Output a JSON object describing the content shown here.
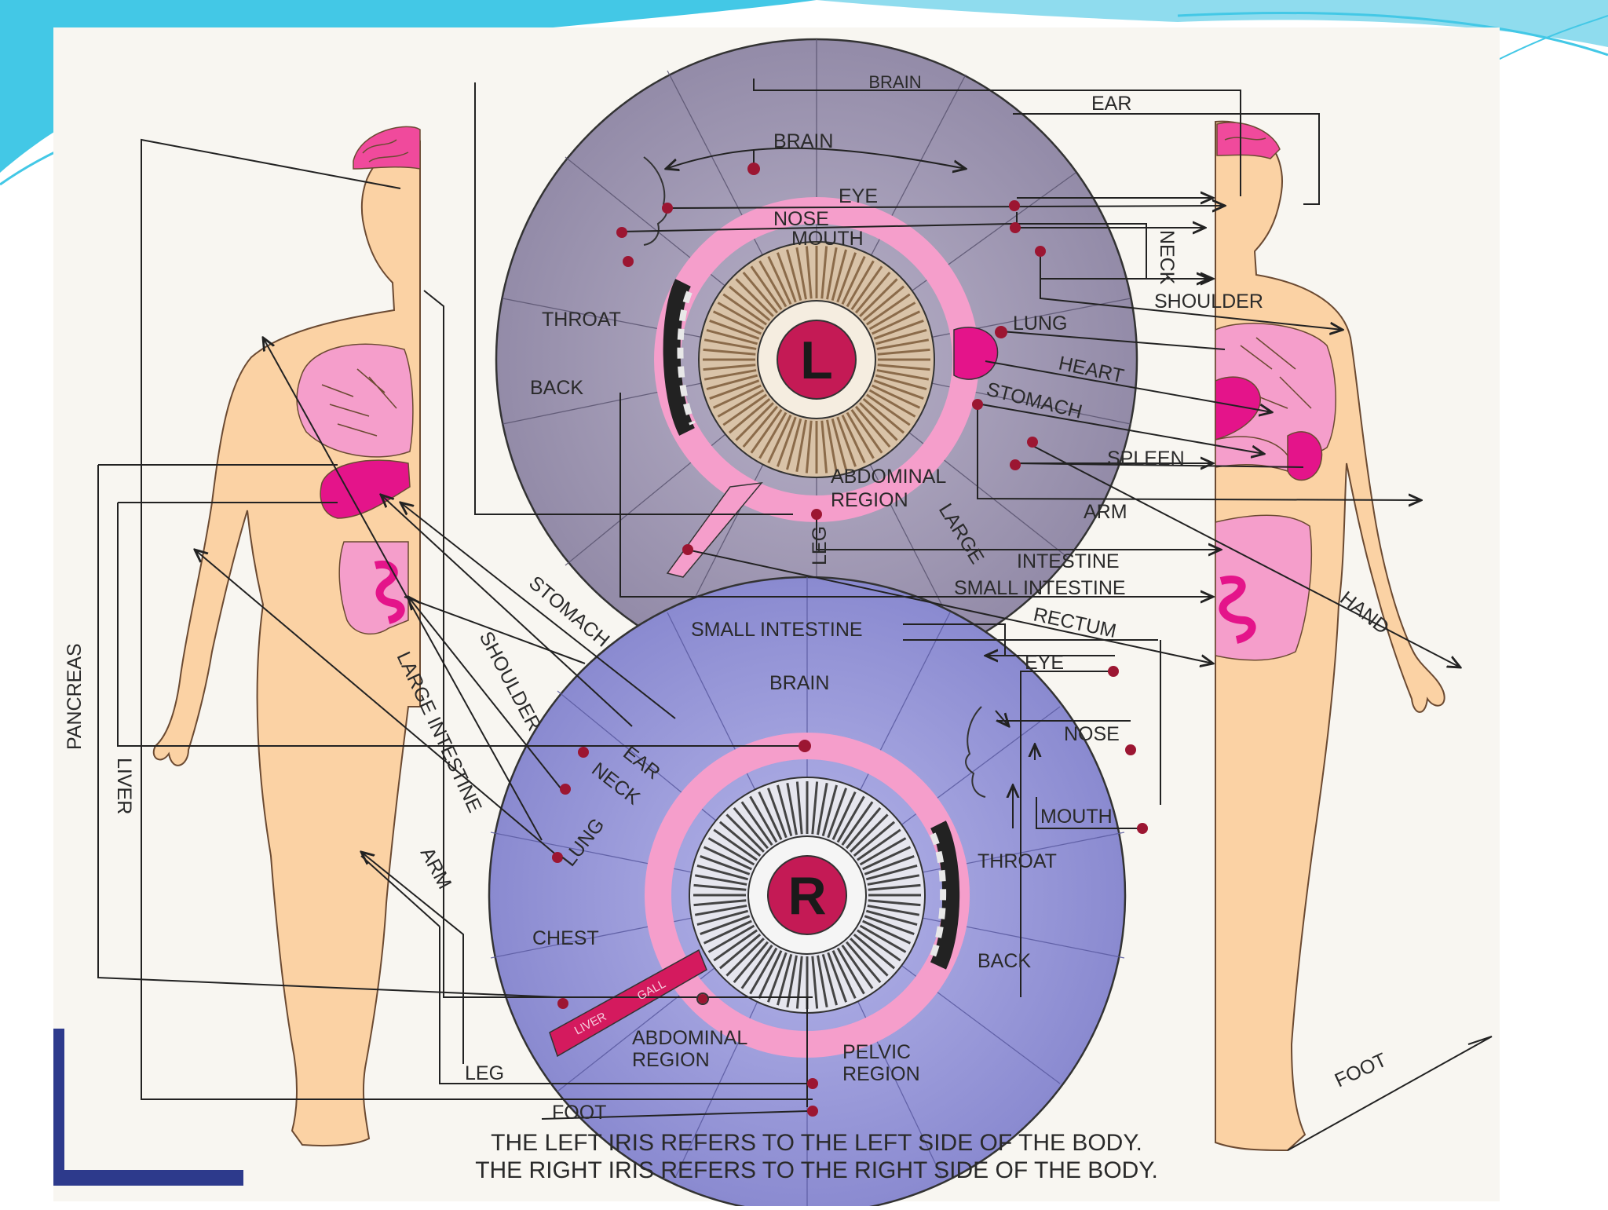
{
  "colors": {
    "slide_accent": "#43c8e6",
    "slide_accent_light": "#a8e6f4",
    "paper": "#f8f6f1",
    "skin": "#fbd2a4",
    "skin_outline": "#6b4a32",
    "organ": "#e4148a",
    "organ_light": "#f59ecb",
    "iris_left": "#a39cb4",
    "iris_right": "#9c9cdc",
    "pupil_center": "#c41a55",
    "dot": "#9c1632",
    "line": "#222222",
    "text": "#2a2a2a"
  },
  "left_iris": {
    "center_letter": "L",
    "labels": {
      "brain_top": "BRAIN",
      "ear": "EAR",
      "brain": "BRAIN",
      "eye": "EYE",
      "nose": "NOSE",
      "mouth": "MOUTH",
      "neck": "NECK",
      "shoulder": "SHOULDER",
      "throat": "THROAT",
      "lung": "LUNG",
      "heart": "HEART",
      "back": "BACK",
      "stomach": "STOMACH",
      "spleen": "SPLEEN",
      "abdominal_1": "ABDOMINAL",
      "abdominal_2": "REGION",
      "arm": "ARM",
      "large": "LARGE",
      "leg": "LEG",
      "intestine": "INTESTINE",
      "small_intestine": "SMALL INTESTINE",
      "hand": "HAND",
      "rectum": "RECTUM"
    }
  },
  "right_iris": {
    "center_letter": "R",
    "labels": {
      "stomach": "STOMACH",
      "small_intestine": "SMALL INTESTINE",
      "brain": "BRAIN",
      "eye": "EYE",
      "nose": "NOSE",
      "mouth": "MOUTH",
      "shoulder": "SHOULDER",
      "large_intestine": "LARGE INTESTINE",
      "ear": "EAR",
      "neck": "NECK",
      "lung": "LUNG",
      "throat": "THROAT",
      "chest": "CHEST",
      "back": "BACK",
      "liver_tag": "LIVER",
      "gall": "GALL",
      "abdominal_1": "ABDOMINAL",
      "abdominal_2": "REGION",
      "pelvic_1": "PELVIC",
      "pelvic_2": "REGION",
      "leg": "LEG",
      "foot": "FOOT",
      "arm": "ARM",
      "pancreas": "PANCREAS",
      "liver": "LIVER",
      "foot_right": "FOOT"
    }
  },
  "caption": {
    "line1": "THE LEFT IRIS REFERS TO THE LEFT SIDE OF THE BODY.",
    "line2": "THE RIGHT IRIS REFERS TO THE RIGHT SIDE OF THE BODY."
  }
}
